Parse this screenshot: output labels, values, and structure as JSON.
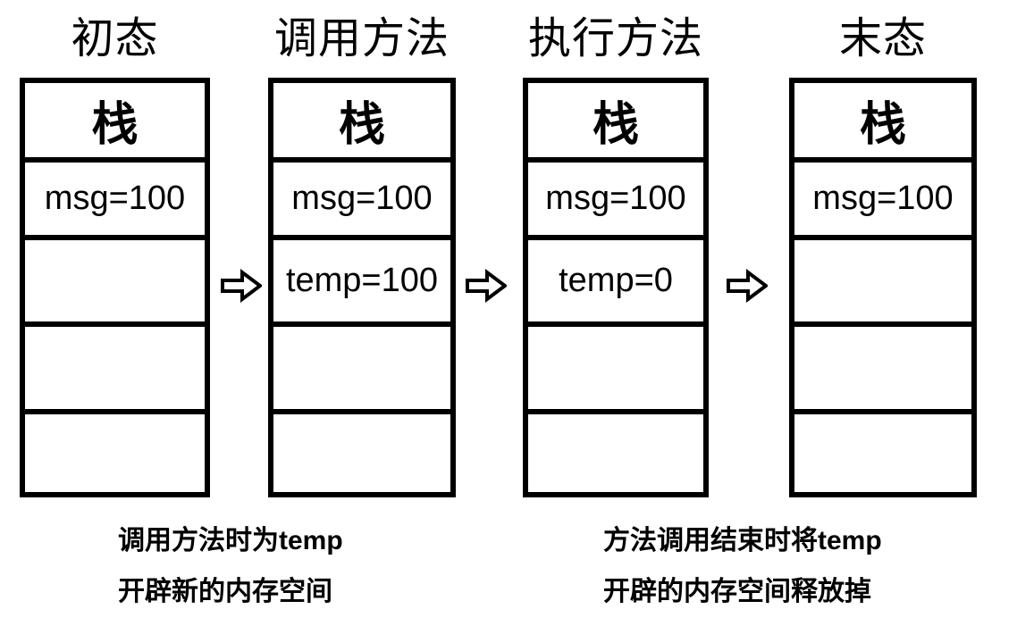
{
  "diagram": {
    "colors": {
      "ink": "#000000",
      "background": "#ffffff"
    },
    "stages": [
      {
        "title": "初态",
        "header": "栈",
        "cells": [
          "msg=100",
          "",
          "",
          ""
        ]
      },
      {
        "title": "调用方法",
        "header": "栈",
        "cells": [
          "msg=100",
          "temp=100",
          "",
          ""
        ]
      },
      {
        "title": "执行方法",
        "header": "栈",
        "cells": [
          "msg=100",
          "temp=0",
          "",
          ""
        ]
      },
      {
        "title": "末态",
        "header": "栈",
        "cells": [
          "msg=100",
          "",
          "",
          ""
        ]
      }
    ],
    "arrows": [
      {
        "icon": "right-block-arrow"
      },
      {
        "icon": "right-block-arrow"
      },
      {
        "icon": "right-block-arrow"
      }
    ],
    "annotations": [
      {
        "line1": "调用方法时为temp",
        "line2": "开辟新的内存空间"
      },
      {
        "line1": "方法调用结束时将temp",
        "line2": "开辟的内存空间释放掉"
      }
    ]
  }
}
